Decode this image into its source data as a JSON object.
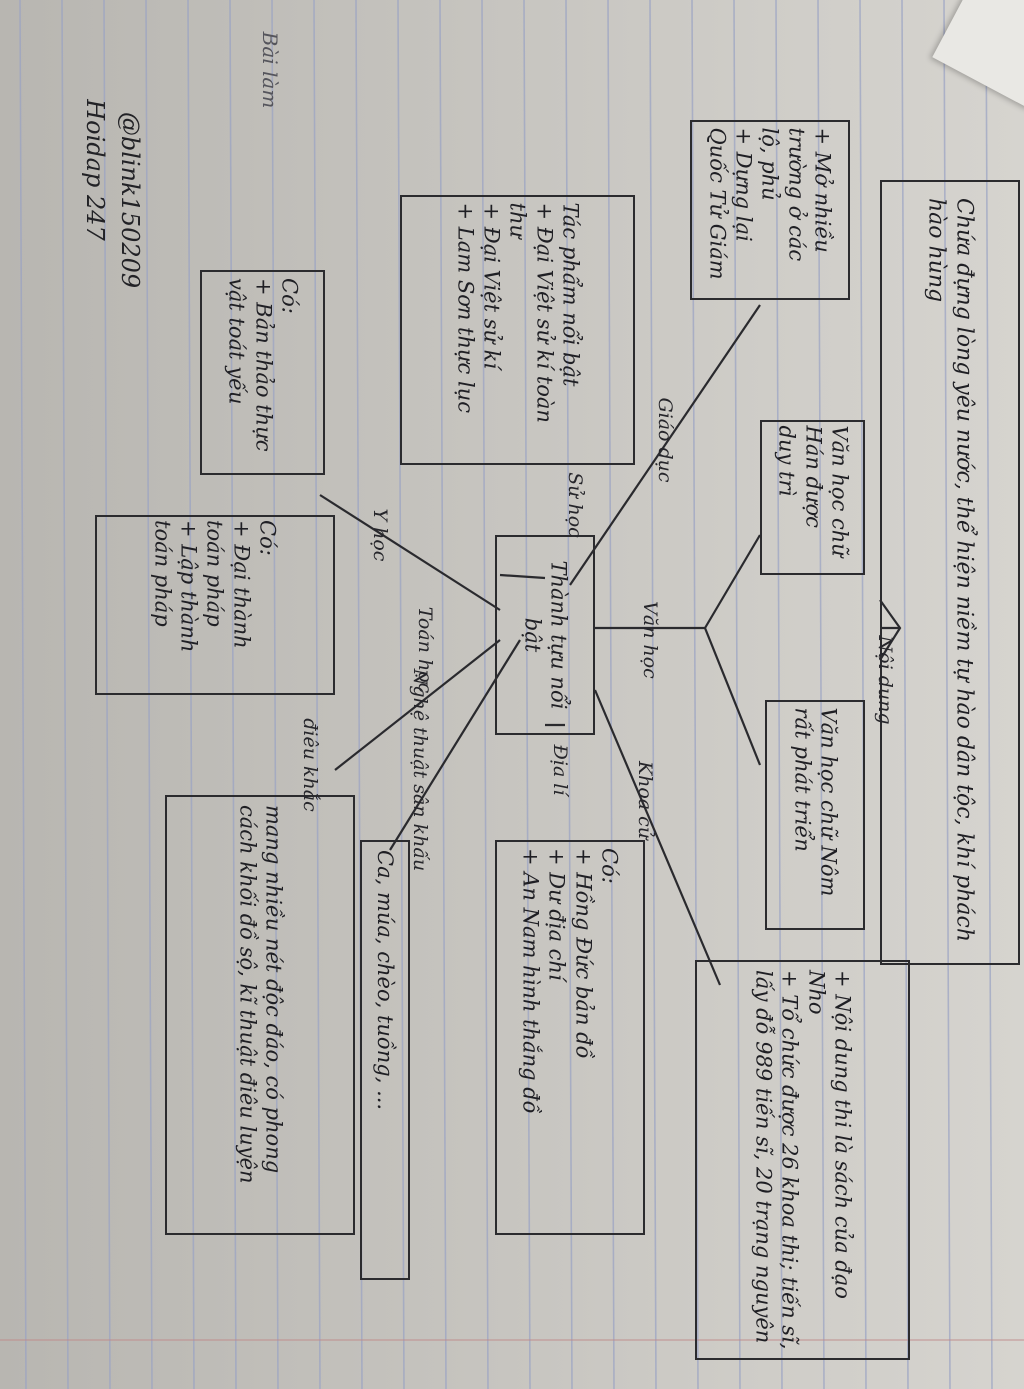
{
  "diagram": {
    "center": "Thành tựu nổi bật",
    "top_note": "Chứa đựng lòng yêu nước, thể hiện niềm tự hào dân tộc, khí phách hào hùng",
    "branches": {
      "van_hoc": {
        "label": "Văn học",
        "sub_label": "Nội dung",
        "items": [
          "Văn học chữ Hán được duy trì",
          "Văn học chữ Nôm rất phát triển"
        ]
      },
      "giao_duc": {
        "label": "Giáo dục",
        "text": "+ Mở nhiều trường ở các lộ, phủ\n+ Dựng lại Quốc Tử Giám"
      },
      "su_hoc": {
        "label": "Sử học",
        "text": "Tác phẩm nổi bật\n+ Đại Việt sử kí toàn thư\n+ Đại Việt sử kí\n+ Lam Sơn thực lục"
      },
      "y_hoc": {
        "label": "Y học",
        "text": "Có:\n+ Bản thảo thực vật toát yếu"
      },
      "toan_hoc": {
        "label": "Toán học",
        "text": "Có:\n+ Đại thành toán pháp\n+ Lập thành toán pháp"
      },
      "nghe_thuat": {
        "label": "Nghệ thuật sân khấu",
        "text": "Ca, múa, chèo, tuồng, ..."
      },
      "kien_truc": {
        "label": "điêu khắc",
        "text": "mang nhiều nét độc đáo, có phong cách khối đồ sộ, kĩ thuật điêu luyện"
      },
      "dia_li": {
        "label": "Địa lí",
        "text": "Có:\n+ Hồng Đức bản đồ\n+ Dư địa chí\n+ An Nam hình thắng đồ"
      },
      "khoa_cu": {
        "label": "Khoa cử",
        "text": "+ Nội dung thi là sách của đạo Nho\n+ Tổ chức được 26 khoa thi; tiến sĩ, lấy đỗ 989 tiến sĩ, 20 trạng nguyên"
      }
    }
  },
  "signature": {
    "line1": "@blink150209",
    "line2": "Hoidap 247"
  },
  "margin_scribble": "Bài làm"
}
